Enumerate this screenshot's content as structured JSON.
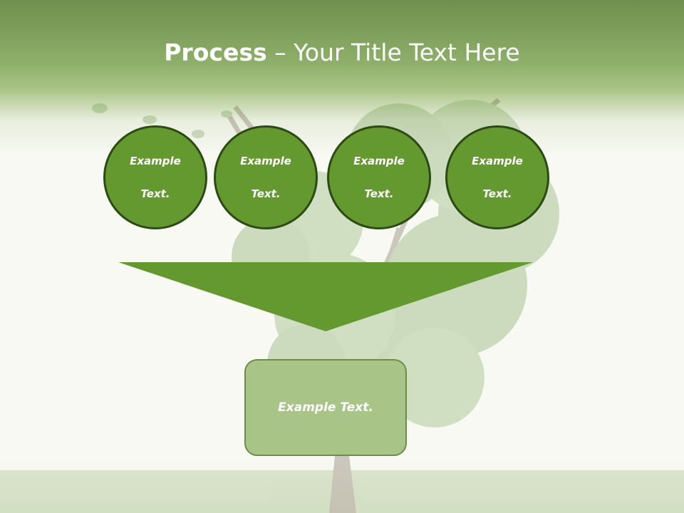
{
  "slide": {
    "title_bold": "Process",
    "title_rest": " – Your Title Text Here",
    "background_image": "faded-tree-on-grass",
    "colors": {
      "header_green": "#7a9a57",
      "circle_fill": "#64992f",
      "circle_border": "#2c4a14",
      "funnel_fill": "#64992f",
      "box_fill": "#a8c487",
      "box_border": "#6d8c4b"
    }
  },
  "circles": [
    {
      "line1": "Example",
      "line2": "Text."
    },
    {
      "line1": "Example",
      "line2": "Text."
    },
    {
      "line1": "Example",
      "line2": "Text."
    },
    {
      "line1": "Example",
      "line2": "Text."
    }
  ],
  "result": {
    "label": "Example Text."
  }
}
